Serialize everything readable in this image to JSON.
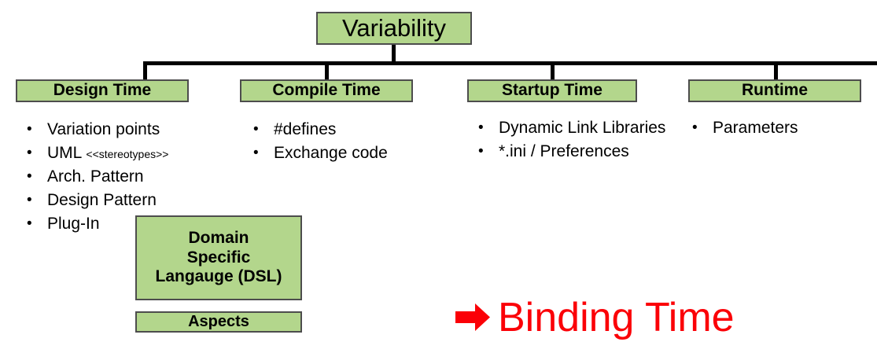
{
  "diagram": {
    "title": "Variability",
    "root": {
      "label": "Variability"
    },
    "tiers": [
      {
        "label": "Design Time"
      },
      {
        "label": "Compile Time"
      },
      {
        "label": "Startup Time"
      },
      {
        "label": "Runtime"
      }
    ],
    "lists": {
      "design_time": [
        {
          "text": "Variation points",
          "suffix": ""
        },
        {
          "text": "UML ",
          "suffix": "<<stereotypes>>"
        },
        {
          "text": "Arch. Pattern",
          "suffix": ""
        },
        {
          "text": "Design Pattern",
          "suffix": ""
        },
        {
          "text": "Plug-In",
          "suffix": ""
        }
      ],
      "compile_time": [
        {
          "text": "#defines",
          "suffix": ""
        },
        {
          "text": "Exchange code",
          "suffix": ""
        }
      ],
      "startup_time": [
        {
          "text": "Dynamic Link Libraries",
          "suffix": ""
        },
        {
          "text": "*.ini / Preferences",
          "suffix": ""
        }
      ],
      "runtime": [
        {
          "text": "Parameters",
          "suffix": ""
        }
      ]
    },
    "extra_boxes": {
      "dsl": {
        "line1": "Domain",
        "line2": "Specific",
        "line3": "Langauge (DSL)"
      },
      "aspects": {
        "label": "Aspects"
      }
    },
    "callout": {
      "icon": "right-arrow-icon",
      "label": "Binding Time"
    },
    "bullet_glyph": "•",
    "colors": {
      "box_fill": "#b3d68c",
      "box_border": "#4d4d4d",
      "connector": "#000000",
      "text": "#000000",
      "callout": "#fb0007",
      "background": "#ffffff"
    }
  }
}
